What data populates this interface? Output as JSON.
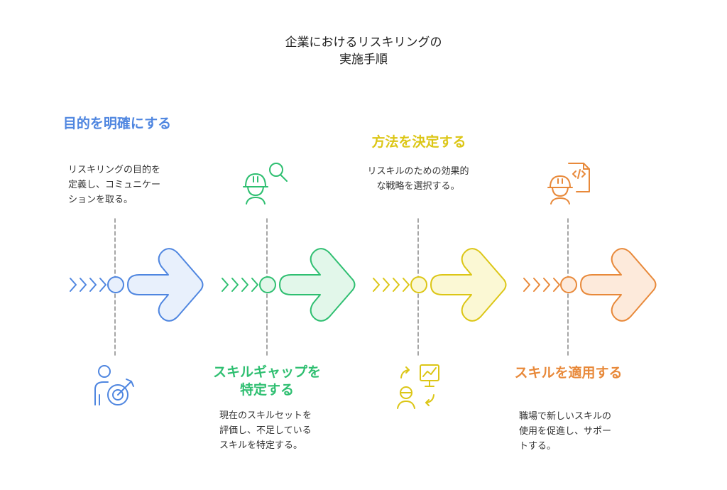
{
  "title": {
    "line1": "企業におけるリスキリングの",
    "line2": "実施手順"
  },
  "steps": [
    {
      "heading": "目的を明確にする",
      "description": "リスキリングの目的を定義し、コミュニケーションを取る。",
      "color": "#4f86e0",
      "fill": "#e8f0fc",
      "icon": "person-target-icon"
    },
    {
      "heading": "スキルギャップを特定する",
      "description": "現在のスキルセットを評価し、不足しているスキルを特定する。",
      "color": "#2fbf71",
      "fill": "#e2f7ea",
      "icon": "worker-search-icon"
    },
    {
      "heading": "方法を決定する",
      "description": "リスキルのための効果的な戦略を選択する。",
      "color": "#dcc616",
      "fill": "#fbf8d4",
      "icon": "person-chart-cycle-icon"
    },
    {
      "heading": "スキルを適用する",
      "description": "職場で新しいスキルの使用を促進し、サポートする。",
      "color": "#e8893a",
      "fill": "#fdeadb",
      "icon": "worker-code-document-icon"
    }
  ]
}
